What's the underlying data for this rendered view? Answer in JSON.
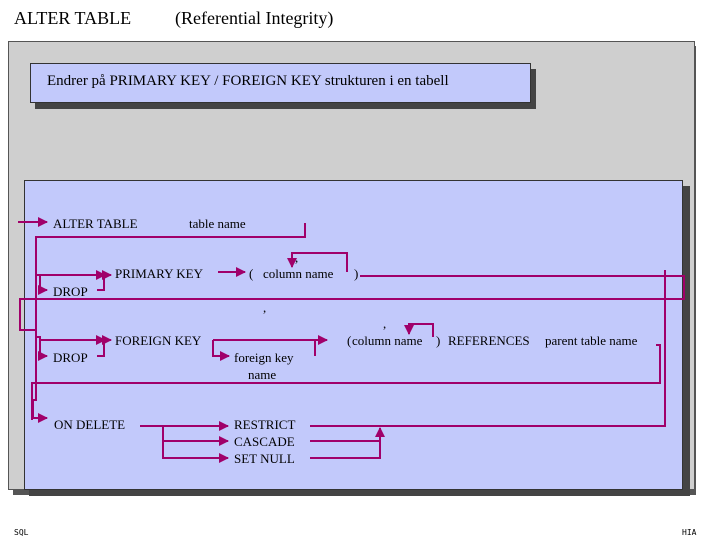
{
  "title": {
    "main": "ALTER TABLE",
    "sub": "(Referential Integrity)"
  },
  "header": "Endrer på PRIMARY KEY / FOREIGN KEY strukturen i en tabell",
  "diagram": {
    "alter_table": "ALTER TABLE",
    "table_name": "table name",
    "primary_key": "PRIMARY KEY",
    "drop_1": "DROP",
    "open_paren_1": "(",
    "column_name_1": "column name",
    "close_paren_1": ")",
    "comma_1": ",",
    "comma_2": ",",
    "foreign_key": "FOREIGN KEY",
    "drop_2": "DROP",
    "foreign_key_name_1": "foreign key",
    "foreign_key_name_2": "name",
    "comma_3": ",",
    "open_paren_2": "(",
    "column_name_2": "column name",
    "close_paren_2": ")",
    "references": "REFERENCES",
    "parent_table_name": "parent table name",
    "on_delete": "ON DELETE",
    "restrict": "RESTRICT",
    "cascade": "CASCADE",
    "set_null": "SET NULL"
  },
  "footer": {
    "left": "SQL",
    "right": "HIA"
  },
  "colors": {
    "line": "#a0006a",
    "panel": "#c2c9fb",
    "outer": "#cfcfcf"
  }
}
